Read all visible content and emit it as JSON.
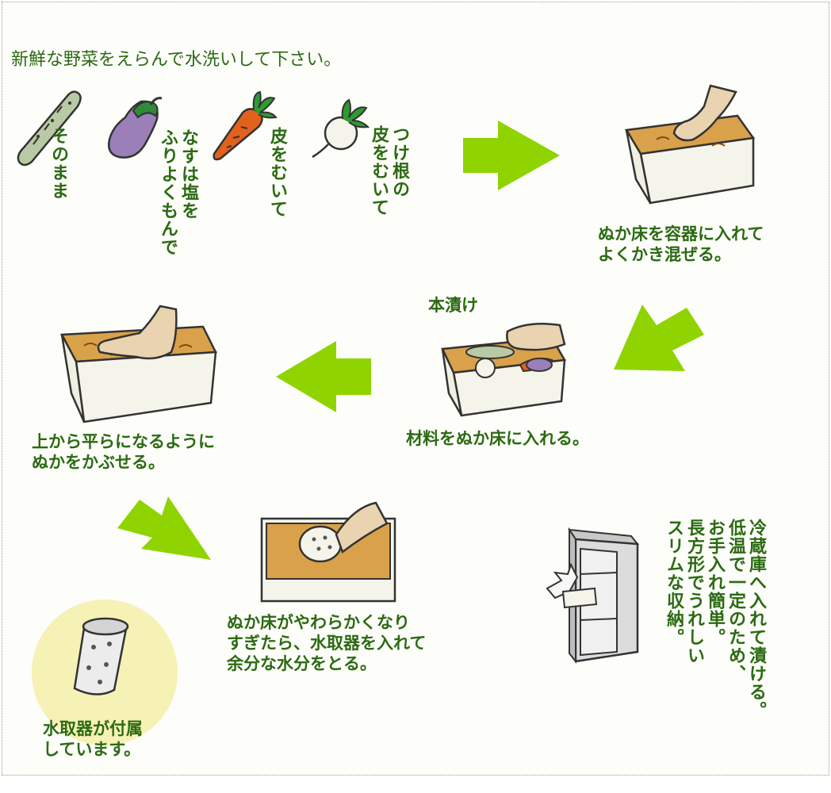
{
  "intro": "新鮮な野菜をえらんで水洗いして下さい。",
  "veg": {
    "cucumber": [
      "そのまま"
    ],
    "eggplant": [
      "なすは塩を",
      "ふりよくもんで"
    ],
    "carrot": [
      "皮をむいて"
    ],
    "turnip": [
      "つけ根の",
      "皮をむいて"
    ]
  },
  "steps": {
    "mix": "ぬか床を容器に入れて\nよくかき混ぜる。",
    "main_label": "本漬け",
    "insert": "材料をぬか床に入れる。",
    "cover": "上から平らになるように\nぬかをかぶせる。",
    "water": "ぬか床がやわらかくなり\nすぎたら、水取器を入れて\n余分な水分をとる。",
    "accessory": "水取器が付属\nしています。"
  },
  "fridge": [
    "冷蔵庫へ入れて漬ける。",
    "低温で一定のため、",
    "お手入れ簡単。",
    "長方形でうれしい",
    "スリムな収納。"
  ],
  "colors": {
    "text": "#2b6a12",
    "arrow": "#8fd400",
    "nuka": "#d9a14a",
    "accessory_circle": "#f6f1b4"
  }
}
